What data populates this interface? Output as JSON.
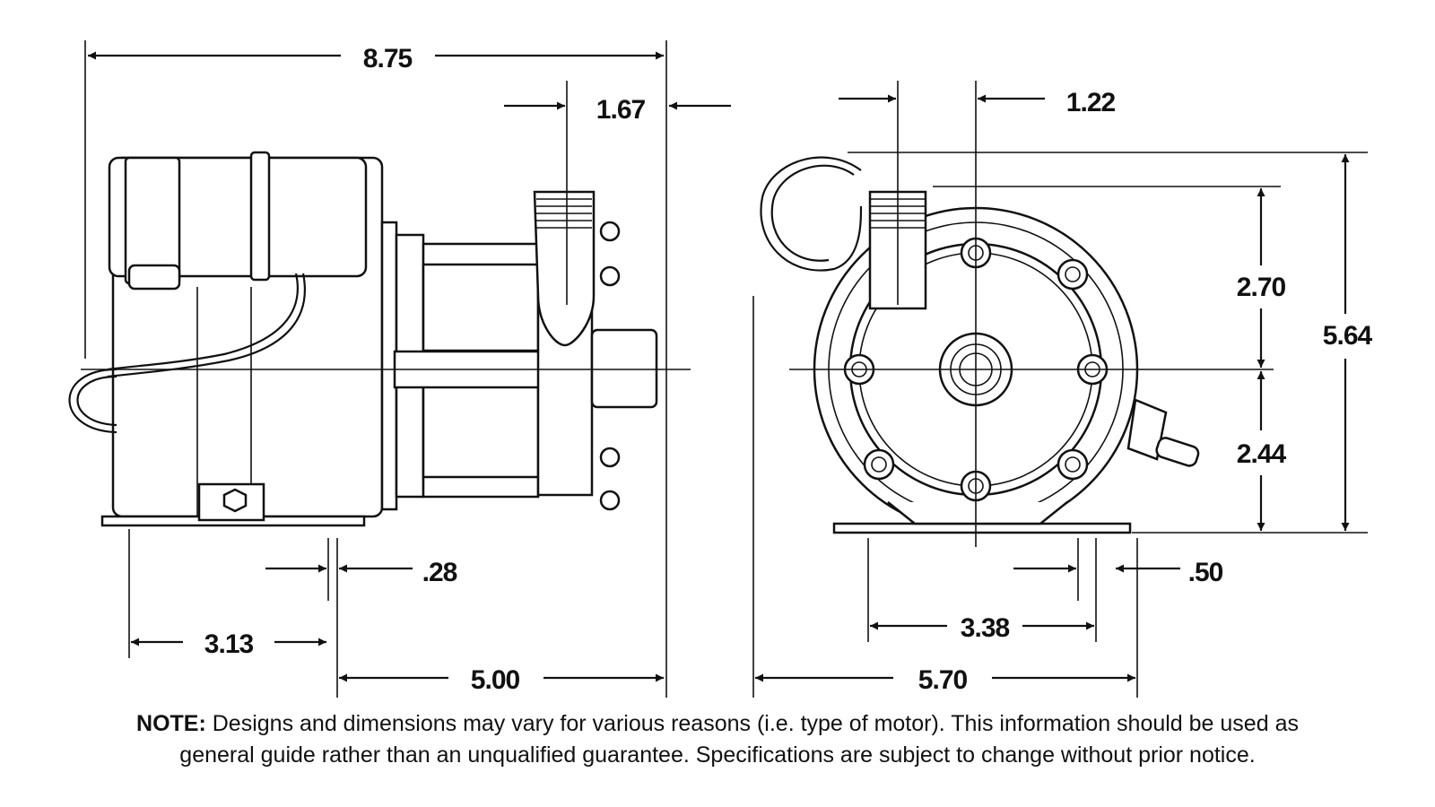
{
  "dimensions": {
    "overall_length": "8.75",
    "outlet_offset_side": "1.67",
    "outlet_offset_front": "1.22",
    "base_gap_side": ".28",
    "base_gap_front": ".50",
    "foot_to_slot": "3.13",
    "slot_to_front": "5.00",
    "mount_hole_spacing": "3.38",
    "overall_width": "5.70",
    "center_to_outlet": "2.70",
    "center_to_base": "2.44",
    "overall_height": "5.64"
  },
  "note": {
    "label": "NOTE:",
    "line1": "Designs and dimensions may vary for various reasons (i.e. type of motor). This information should be used as",
    "line2": "general guide rather than an unqualified guarantee. Specifications are subject to change without prior notice."
  }
}
